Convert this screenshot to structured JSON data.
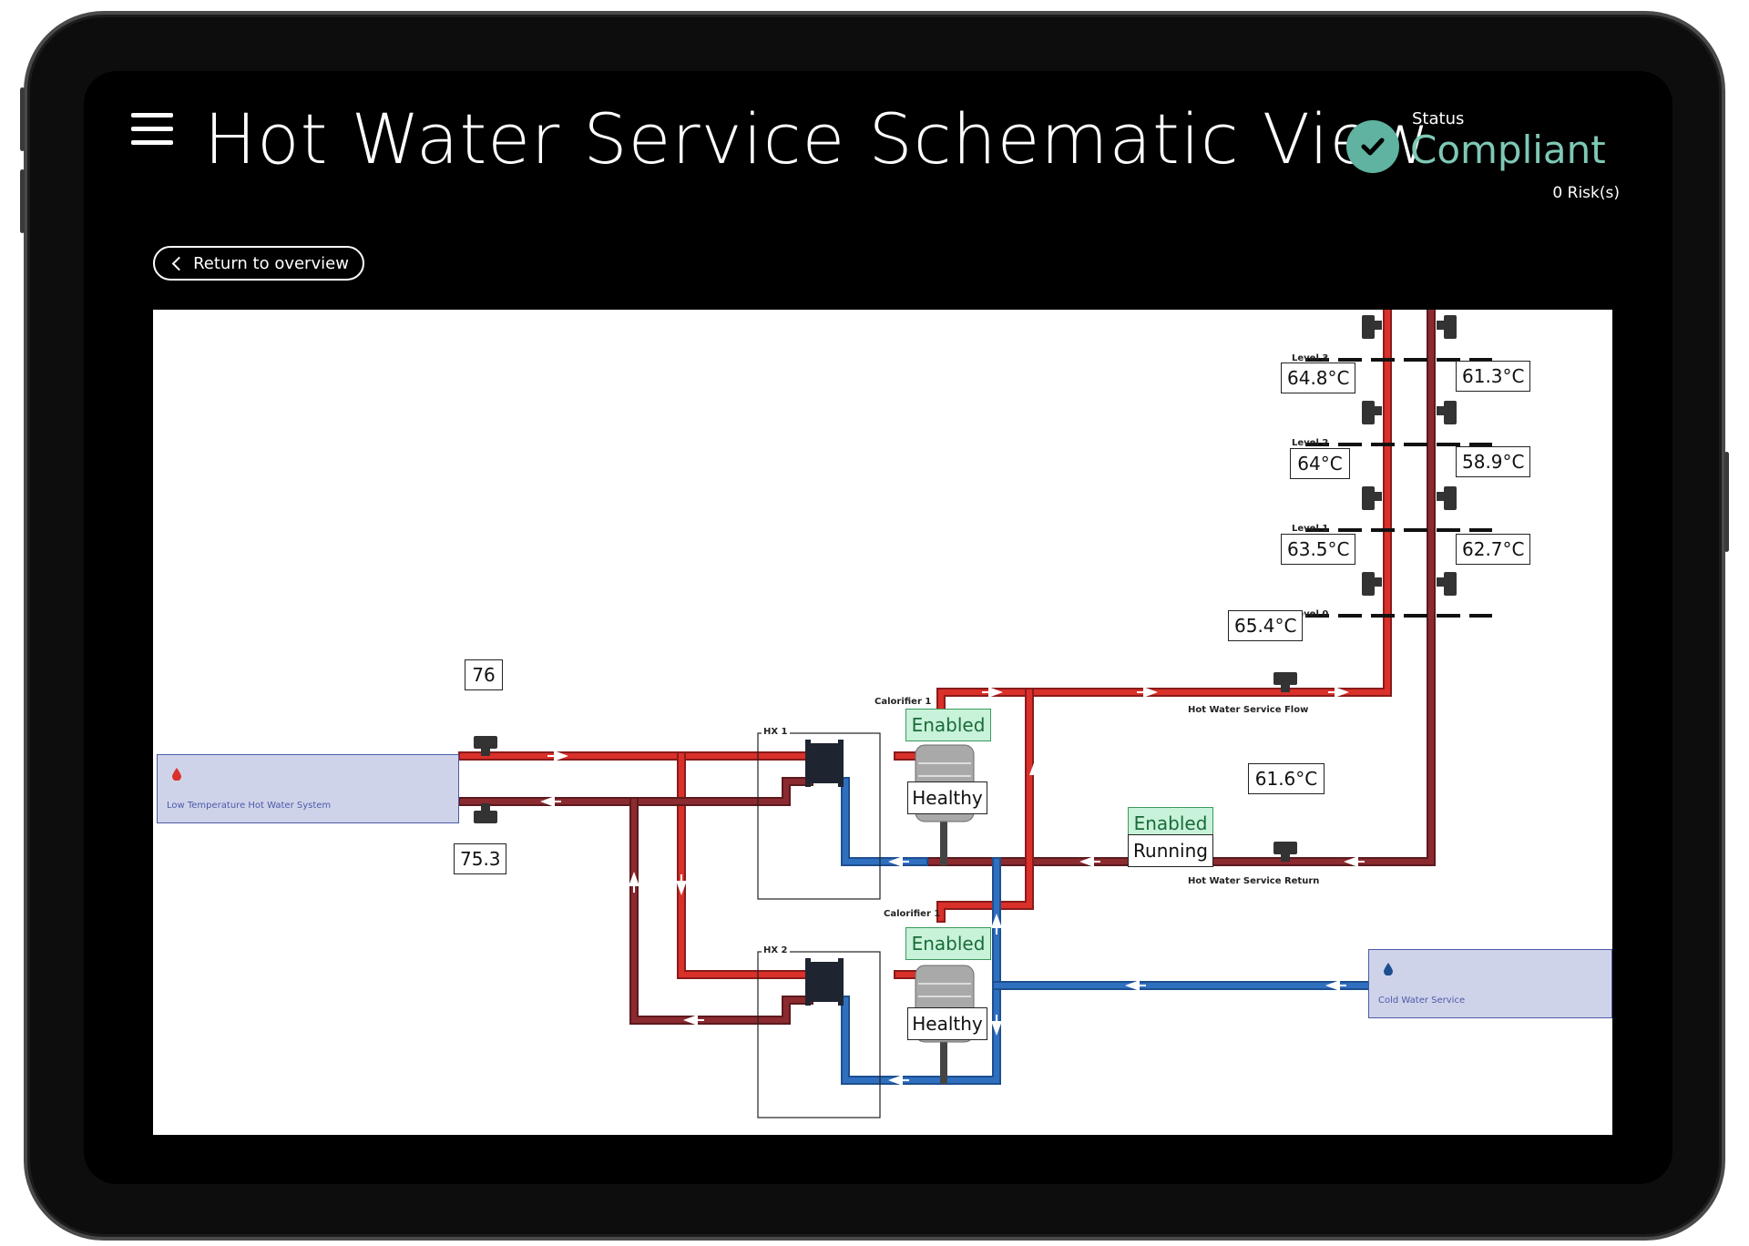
{
  "header": {
    "title": "Hot Water Service Schematic View",
    "status_label": "Status",
    "status_value": "Compliant",
    "risk_text": "0 Risk(s)",
    "return_label": "Return to overview"
  },
  "colors": {
    "hot_pipe": "#d9302a",
    "return_pipe": "#8b2a2f",
    "cold_pipe": "#2f6fbf",
    "status_accent": "#7ec8b6",
    "enabled_bg": "#c8f2d9"
  },
  "diagram": {
    "risers": {
      "levels": [
        {
          "label": "Level 3",
          "flow_temp": "64.8°C",
          "return_temp": "61.3°C"
        },
        {
          "label": "Level 2",
          "flow_temp": "64°C",
          "return_temp": "58.9°C"
        },
        {
          "label": "Level 1",
          "flow_temp": "63.5°C",
          "return_temp": "62.7°C"
        },
        {
          "label": "Level 0",
          "flow_temp": "65.4°C"
        }
      ]
    },
    "ltHwsFlowValue": "76",
    "ltHwsReturnValue": "75.3",
    "return_temp": "61.6°C",
    "hot_water_flow_label": "Hot Water Service Flow",
    "hot_water_return_label": "Hot Water Service Return",
    "pump": {
      "state": "Enabled",
      "mode": "Running"
    },
    "calorifiers": [
      {
        "label": "Calorifier 1",
        "state": "Enabled",
        "health": "Healthy"
      },
      {
        "label": "Calorifier 1",
        "state": "Enabled",
        "health": "Healthy"
      }
    ],
    "heat_exchangers": [
      {
        "label": "HX 1"
      },
      {
        "label": "HX 2"
      }
    ],
    "sources": {
      "lt_hot_water": "Low Temperature Hot Water System",
      "cold_water": "Cold Water Service"
    }
  }
}
